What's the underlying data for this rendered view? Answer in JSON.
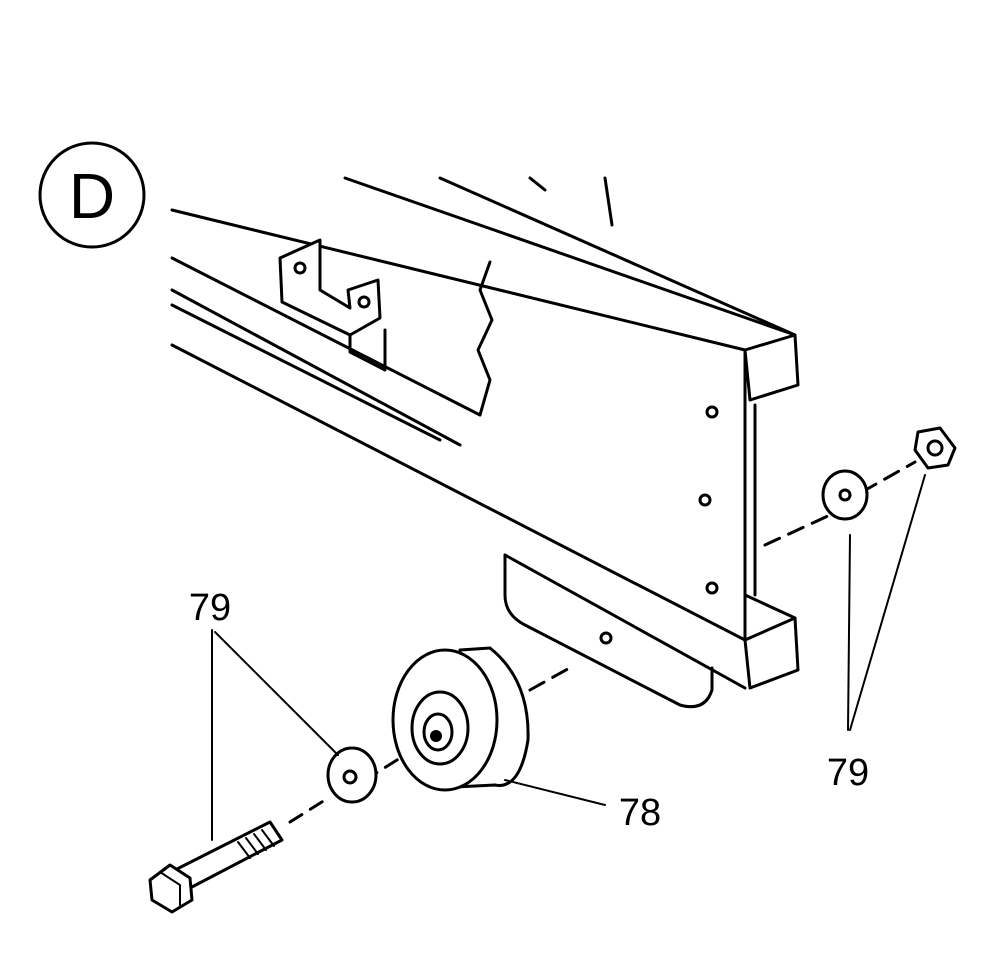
{
  "view_marker": "D",
  "callouts": {
    "left_hardware": "79",
    "roller": "78",
    "right_hardware": "79"
  }
}
